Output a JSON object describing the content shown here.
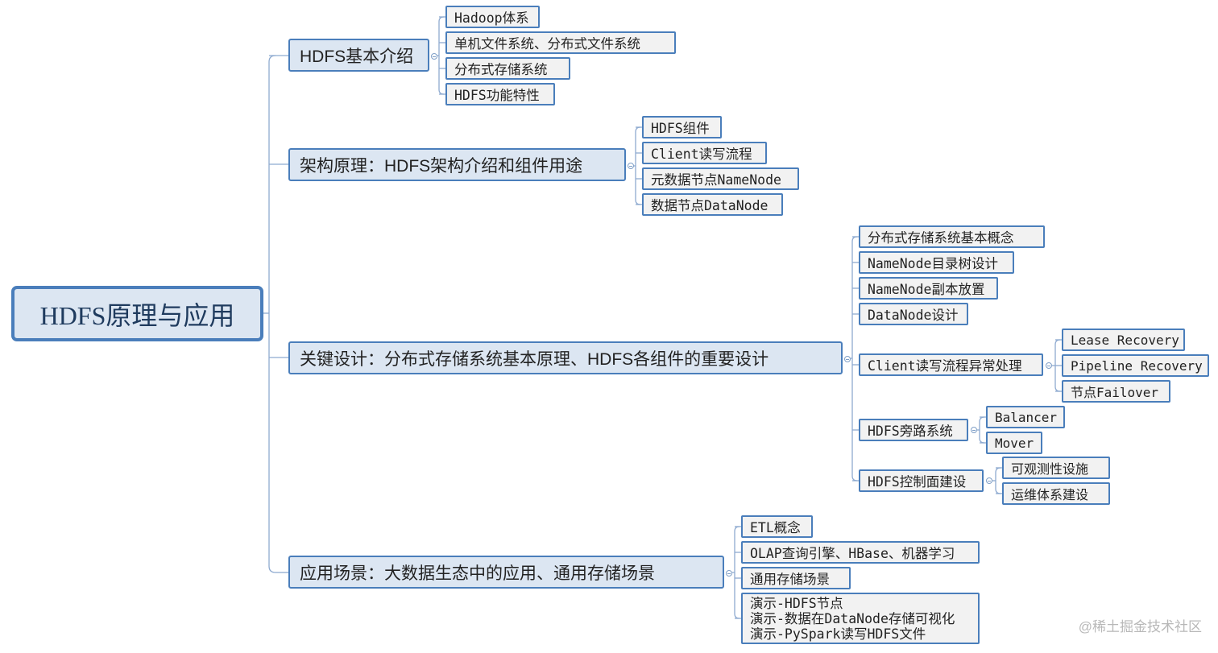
{
  "root": {
    "label": "HDFS原理与应用"
  },
  "branches": [
    {
      "label": "HDFS基本介绍",
      "children": [
        {
          "label": "Hadoop体系"
        },
        {
          "label": "单机文件系统、分布式文件系统"
        },
        {
          "label": "分布式存储系统"
        },
        {
          "label": "HDFS功能特性"
        }
      ]
    },
    {
      "label": "架构原理：HDFS架构介绍和组件用途",
      "children": [
        {
          "label": "HDFS组件"
        },
        {
          "label": "Client读写流程"
        },
        {
          "label": "元数据节点NameNode"
        },
        {
          "label": "数据节点DataNode"
        }
      ]
    },
    {
      "label": "关键设计：分布式存储系统基本原理、HDFS各组件的重要设计",
      "children": [
        {
          "label": "分布式存储系统基本概念"
        },
        {
          "label": "NameNode目录树设计"
        },
        {
          "label": "NameNode副本放置"
        },
        {
          "label": "DataNode设计"
        },
        {
          "label": "Client读写流程异常处理",
          "children": [
            {
              "label": "Lease Recovery"
            },
            {
              "label": "Pipeline Recovery"
            },
            {
              "label": "节点Failover"
            }
          ]
        },
        {
          "label": "HDFS旁路系统",
          "children": [
            {
              "label": "Balancer"
            },
            {
              "label": "Mover"
            }
          ]
        },
        {
          "label": "HDFS控制面建设",
          "children": [
            {
              "label": "可观测性设施"
            },
            {
              "label": "运维体系建设"
            }
          ]
        }
      ]
    },
    {
      "label": "应用场景：大数据生态中的应用、通用存储场景",
      "children": [
        {
          "label": "ETL概念"
        },
        {
          "label": "OLAP查询引擎、HBase、机器学习"
        },
        {
          "label": "通用存储场景"
        },
        {
          "lines": [
            "演示-HDFS节点",
            "演示-数据在DataNode存储可视化",
            "演示-PySpark读写HDFS文件"
          ]
        }
      ]
    }
  ],
  "watermark": "@稀土掘金技术社区",
  "colors": {
    "border": "#4a7ebb",
    "node_fill": "#f2f2f2",
    "branch_fill": "#dce6f2",
    "connector": "#8eaad0"
  }
}
